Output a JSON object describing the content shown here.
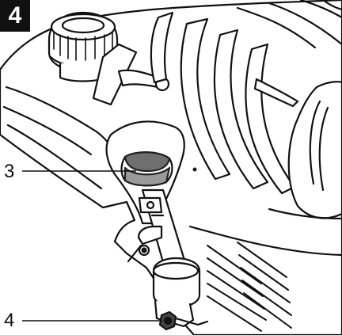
{
  "figure": {
    "step_number": "4",
    "callouts": [
      {
        "label": "3"
      },
      {
        "label": "4"
      }
    ]
  }
}
